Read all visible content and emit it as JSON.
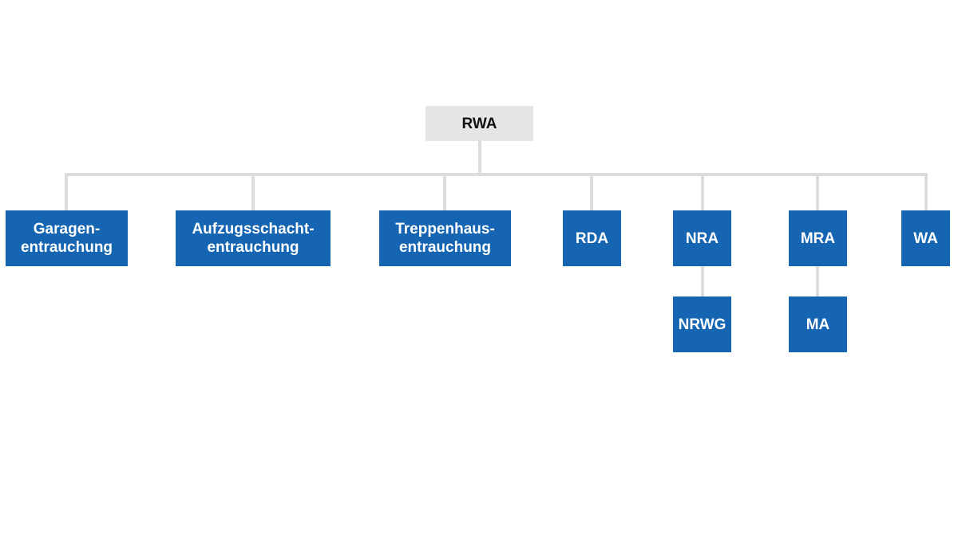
{
  "colors": {
    "root_fill": "#e6e6e6",
    "root_text": "#111111",
    "child_fill": "#1565b3",
    "child_text": "#ffffff",
    "connector": "#dcdcdc"
  },
  "root": {
    "label": "RWA"
  },
  "children": [
    {
      "label": "Garagen-\nentrauchung"
    },
    {
      "label": "Aufzugsschacht-\nentrauchung"
    },
    {
      "label": "Treppenhaus-\nentrauchung"
    },
    {
      "label": "RDA"
    },
    {
      "label": "NRA",
      "sub": {
        "label": "NRWG"
      }
    },
    {
      "label": "MRA",
      "sub": {
        "label": "MA"
      }
    },
    {
      "label": "WA"
    }
  ]
}
